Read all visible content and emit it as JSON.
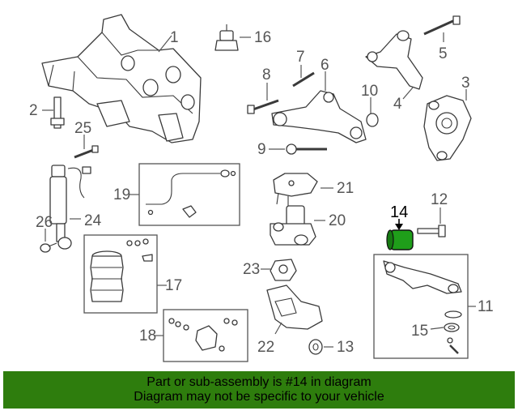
{
  "diagram": {
    "callouts": {
      "c1": "1",
      "c2": "2",
      "c3": "3",
      "c4": "4",
      "c5": "5",
      "c6": "6",
      "c7": "7",
      "c8": "8",
      "c9": "9",
      "c10": "10",
      "c11": "11",
      "c12": "12",
      "c13": "13",
      "c14": "14",
      "c15": "15",
      "c16": "16",
      "c17": "17",
      "c18": "18",
      "c19": "19",
      "c20": "20",
      "c21": "21",
      "c22": "22",
      "c23": "23",
      "c24": "24",
      "c25": "25",
      "c26": "26"
    },
    "highlight_part": "14",
    "highlight_color": "#1f9e1a"
  },
  "banner": {
    "line1": "Part or sub-assembly is #14 in diagram",
    "line2": "Diagram may not be specific to your vehicle",
    "color": "#2e7d0d"
  }
}
